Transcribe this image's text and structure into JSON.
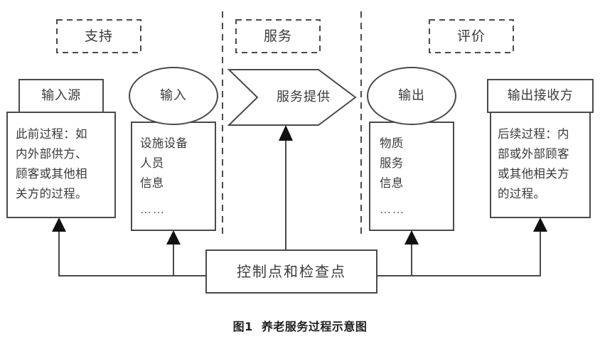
{
  "figure": {
    "caption": "图1  养老服务过程示意图",
    "stroke_color": "#4a4a4a",
    "text_color": "#3a3a3a",
    "background": "#ffffff"
  },
  "phases": [
    {
      "id": "support",
      "label": "支持"
    },
    {
      "id": "service",
      "label": "服务"
    },
    {
      "id": "evaluation",
      "label": "评价"
    }
  ],
  "columns": {
    "input_source": {
      "header": "输入源",
      "body": "此前过程：如\n内外部供方、\n顾客或其他相\n关方的过程。"
    },
    "input": {
      "header": "输入",
      "body": "设施设备\n人员\n信息",
      "ellipsis": "……"
    },
    "service_provision": {
      "label": "服务提供"
    },
    "output": {
      "header": "输出",
      "body": "物质\n服务\n信息",
      "ellipsis": "……"
    },
    "output_receiver": {
      "header": "输出接收方",
      "body": "后续过程：内\n部或外部顾客\n或其他相关方\n的过程。"
    }
  },
  "control_box": {
    "label": "控制点和检查点"
  }
}
